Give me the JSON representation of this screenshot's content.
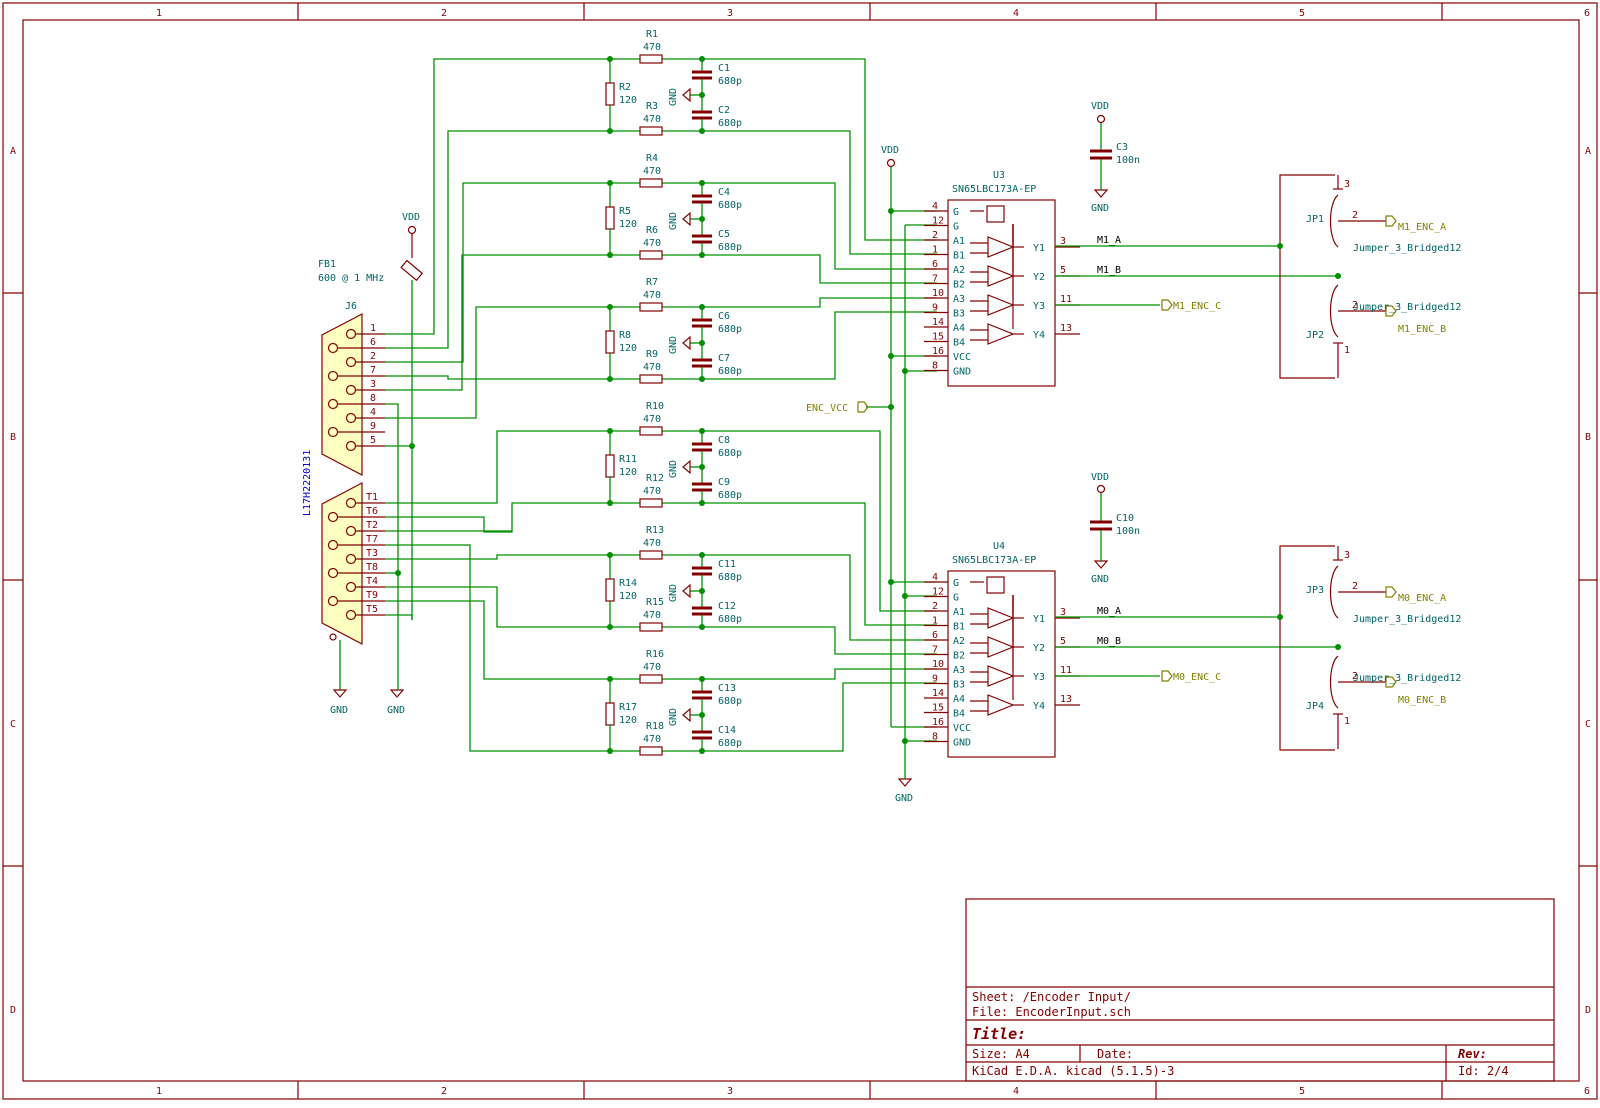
{
  "frame": {
    "columns": [
      "1",
      "2",
      "3",
      "4",
      "5",
      "6"
    ],
    "rows": [
      "A",
      "B",
      "C",
      "D"
    ]
  },
  "title_block": {
    "sheet": "Sheet: /Encoder Input/",
    "file": "File: EncoderInput.sch",
    "title": "Title:",
    "size": "Size: A4",
    "date": "Date:",
    "rev": "Rev:",
    "tool": "KiCad E.D.A.  kicad (5.1.5)-3",
    "id": "Id: 2/4"
  },
  "components": {
    "fb1": {
      "ref": "FB1",
      "value": "600 @ 1 MHz"
    },
    "j6": {
      "ref": "J6",
      "part": "L17H2220131",
      "top_pins": [
        "1",
        "6",
        "2",
        "7",
        "3",
        "8",
        "4",
        "9",
        "5"
      ],
      "bottom_pins": [
        "T1",
        "T6",
        "T2",
        "T7",
        "T3",
        "T8",
        "T4",
        "T9",
        "T5"
      ]
    },
    "u3": {
      "ref": "U3",
      "value": "SN65LBC173A-EP"
    },
    "u4": {
      "ref": "U4",
      "value": "SN65LBC173A-EP"
    },
    "c3": {
      "ref": "C3",
      "value": "100n"
    },
    "c10": {
      "ref": "C10",
      "value": "100n"
    },
    "jp1": {
      "ref": "JP1",
      "value": "Jumper_3_Bridged12"
    },
    "jp2": {
      "ref": "JP2",
      "value": "Jumper_3_Bridged12"
    },
    "jp3": {
      "ref": "JP3",
      "value": "Jumper_3_Bridged12"
    },
    "jp4": {
      "ref": "JP4",
      "value": "Jumper_3_Bridged12"
    }
  },
  "ic_pins": {
    "left_names": [
      "G",
      "G",
      "A1",
      "B1",
      "A2",
      "B2",
      "A3",
      "B3",
      "A4",
      "B4",
      "VCC",
      "GND"
    ],
    "left_nums": [
      "4",
      "12",
      "2",
      "1",
      "6",
      "7",
      "10",
      "9",
      "14",
      "15",
      "16",
      "8"
    ],
    "right_names": [
      "Y1",
      "Y2",
      "Y3",
      "Y4"
    ],
    "right_nums": [
      "3",
      "5",
      "11",
      "13"
    ]
  },
  "filter_groups": [
    {
      "r_top": "R1",
      "r_top_val": "470",
      "r_shunt": "R2",
      "r_shunt_val": "120",
      "r_bot": "R3",
      "r_bot_val": "470",
      "c_top": "C1",
      "c_top_val": "680p",
      "c_bot": "C2",
      "c_bot_val": "680p",
      "gnd": "GND"
    },
    {
      "r_top": "R4",
      "r_top_val": "470",
      "r_shunt": "R5",
      "r_shunt_val": "120",
      "r_bot": "R6",
      "r_bot_val": "470",
      "c_top": "C4",
      "c_top_val": "680p",
      "c_bot": "C5",
      "c_bot_val": "680p",
      "gnd": "GND"
    },
    {
      "r_top": "R7",
      "r_top_val": "470",
      "r_shunt": "R8",
      "r_shunt_val": "120",
      "r_bot": "R9",
      "r_bot_val": "470",
      "c_top": "C6",
      "c_top_val": "680p",
      "c_bot": "C7",
      "c_bot_val": "680p",
      "gnd": "GND"
    },
    {
      "r_top": "R10",
      "r_top_val": "470",
      "r_shunt": "R11",
      "r_shunt_val": "120",
      "r_bot": "R12",
      "r_bot_val": "470",
      "c_top": "C8",
      "c_top_val": "680p",
      "c_bot": "C9",
      "c_bot_val": "680p",
      "gnd": "GND"
    },
    {
      "r_top": "R13",
      "r_top_val": "470",
      "r_shunt": "R14",
      "r_shunt_val": "120",
      "r_bot": "R15",
      "r_bot_val": "470",
      "c_top": "C11",
      "c_top_val": "680p",
      "c_bot": "C12",
      "c_bot_val": "680p",
      "gnd": "GND"
    },
    {
      "r_top": "R16",
      "r_top_val": "470",
      "r_shunt": "R17",
      "r_shunt_val": "120",
      "r_bot": "R18",
      "r_bot_val": "470",
      "c_top": "C13",
      "c_top_val": "680p",
      "c_bot": "C14",
      "c_bot_val": "680p",
      "gnd": "GND"
    }
  ],
  "power": {
    "vdd": "VDD",
    "gnd": "GND"
  },
  "nets": {
    "m1_a": "M1_A",
    "m1_b": "M1_B",
    "m0_a": "M0_A",
    "m0_b": "M0_B",
    "m1_enc_a": "M1_ENC_A",
    "m1_enc_b": "M1_ENC_B",
    "m1_enc_c": "M1_ENC_C",
    "m0_enc_a": "M0_ENC_A",
    "m0_enc_b": "M0_ENC_B",
    "m0_enc_c": "M0_ENC_C",
    "enc_vcc": "ENC_VCC"
  },
  "jumper_pins": [
    "1",
    "2",
    "3"
  ],
  "colors": {
    "frame": "#840000",
    "wire": "#009000",
    "ref": "#006464",
    "hier": "#808000",
    "connector_fill": "#ffffc2"
  }
}
